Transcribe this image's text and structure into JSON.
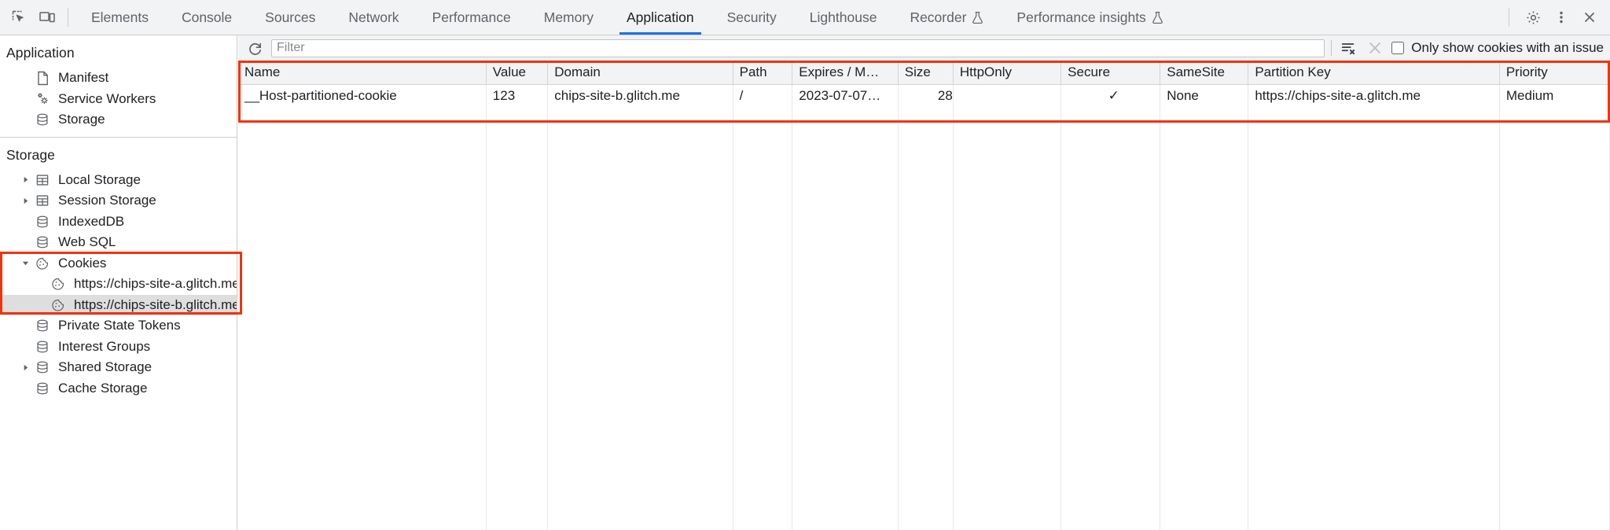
{
  "tabbar": {
    "inspect_icon": "inspect-element-icon",
    "device_icon": "device-toolbar-icon",
    "tabs": [
      {
        "label": "Elements",
        "selected": false,
        "icon": null
      },
      {
        "label": "Console",
        "selected": false,
        "icon": null
      },
      {
        "label": "Sources",
        "selected": false,
        "icon": null
      },
      {
        "label": "Network",
        "selected": false,
        "icon": null
      },
      {
        "label": "Performance",
        "selected": false,
        "icon": null
      },
      {
        "label": "Memory",
        "selected": false,
        "icon": null
      },
      {
        "label": "Application",
        "selected": true,
        "icon": null
      },
      {
        "label": "Security",
        "selected": false,
        "icon": null
      },
      {
        "label": "Lighthouse",
        "selected": false,
        "icon": null
      },
      {
        "label": "Recorder",
        "selected": false,
        "icon": "experiment-flask-icon"
      },
      {
        "label": "Performance insights",
        "selected": false,
        "icon": "experiment-flask-icon"
      }
    ],
    "settings_icon": "gear-icon",
    "more_icon": "kebab-menu-icon",
    "close_icon": "close-icon",
    "accent_color": "#1a73e8"
  },
  "sidebar": {
    "application": {
      "title": "Application",
      "items": [
        {
          "label": "Manifest",
          "icon": "document-icon",
          "twisty": false,
          "selected": false
        },
        {
          "label": "Service Workers",
          "icon": "gears-icon",
          "twisty": false,
          "selected": false
        },
        {
          "label": "Storage",
          "icon": "database-icon",
          "twisty": false,
          "selected": false
        }
      ]
    },
    "storage": {
      "title": "Storage",
      "items": [
        {
          "label": "Local Storage",
          "icon": "table-icon",
          "twisty": "collapsed",
          "selected": false,
          "indent": 0
        },
        {
          "label": "Session Storage",
          "icon": "table-icon",
          "twisty": "collapsed",
          "selected": false,
          "indent": 0
        },
        {
          "label": "IndexedDB",
          "icon": "database-icon",
          "twisty": false,
          "selected": false,
          "indent": 0
        },
        {
          "label": "Web SQL",
          "icon": "database-icon",
          "twisty": false,
          "selected": false,
          "indent": 0
        },
        {
          "label": "Cookies",
          "icon": "cookie-icon",
          "twisty": "expanded",
          "selected": false,
          "indent": 0
        },
        {
          "label": "https://chips-site-a.glitch.me",
          "icon": "cookie-icon",
          "twisty": false,
          "selected": false,
          "indent": 1
        },
        {
          "label": "https://chips-site-b.glitch.me",
          "icon": "cookie-icon",
          "twisty": false,
          "selected": true,
          "indent": 1
        },
        {
          "label": "Private State Tokens",
          "icon": "database-icon",
          "twisty": false,
          "selected": false,
          "indent": 0
        },
        {
          "label": "Interest Groups",
          "icon": "database-icon",
          "twisty": false,
          "selected": false,
          "indent": 0
        },
        {
          "label": "Shared Storage",
          "icon": "database-icon",
          "twisty": "collapsed",
          "selected": false,
          "indent": 0
        },
        {
          "label": "Cache Storage",
          "icon": "database-icon",
          "twisty": false,
          "selected": false,
          "indent": 0
        }
      ]
    }
  },
  "filterbar": {
    "refresh_icon": "refresh-icon",
    "filter_placeholder": "Filter",
    "filter_value": "",
    "clear_filtered_icon": "clear-filtered-cookies-icon",
    "clear_all_icon": "clear-all-cookies-icon",
    "only_issues_label": "Only show cookies with an issue",
    "only_issues_checked": false
  },
  "cookie_table": {
    "columns": [
      "Name",
      "Value",
      "Domain",
      "Path",
      "Expires / M…",
      "Size",
      "HttpOnly",
      "Secure",
      "SameSite",
      "Partition Key",
      "Priority"
    ],
    "rows": [
      {
        "Name": "__Host-partitioned-cookie",
        "Value": "123",
        "Domain": "chips-site-b.glitch.me",
        "Path": "/",
        "Expires / M…": "2023-07-07…",
        "Size": "28",
        "HttpOnly": "",
        "Secure": "✓",
        "SameSite": "None",
        "Partition Key": "https://chips-site-a.glitch.me",
        "Priority": "Medium"
      }
    ]
  },
  "annotations": {
    "color": "#f4320c",
    "boxes": [
      {
        "name": "cookie-table-highlight"
      },
      {
        "name": "cookies-tree-highlight"
      }
    ]
  }
}
